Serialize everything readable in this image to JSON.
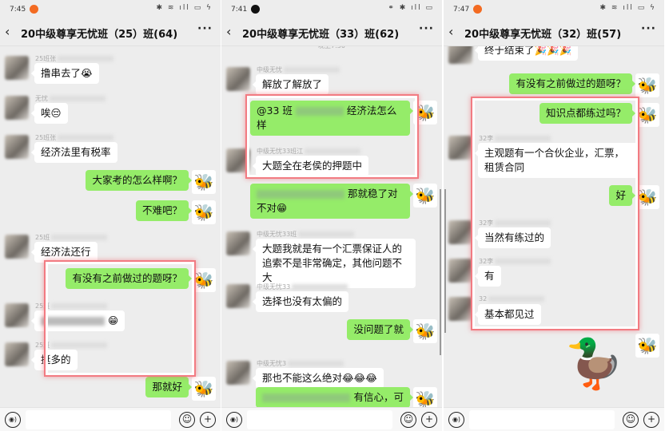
{
  "panels": [
    {
      "status": {
        "time": "7:45",
        "indicator_color": "#f36b22",
        "icons": "✱ ≋ ıll ▭ ϟ"
      },
      "header": {
        "back": "‹",
        "title": "20中级尊享无忧班（25）班(64)",
        "more": "···"
      },
      "messages": [
        {
          "side": "left",
          "sender": "25班张",
          "text": "撸串去了😭"
        },
        {
          "side": "left",
          "sender": "无忧",
          "text": "唉😔"
        },
        {
          "side": "left",
          "sender": "25班张",
          "text": "经济法里有税率"
        },
        {
          "side": "right",
          "text": "大家考的怎么样啊？"
        },
        {
          "side": "right",
          "text": "不难吧？"
        },
        {
          "side": "left",
          "sender": "25班",
          "text": "经济法还行"
        },
        {
          "side": "right",
          "text": "有没有之前做过的题呀？"
        },
        {
          "side": "left",
          "sender": "25班",
          "text": "",
          "blurred": true,
          "suffix": "😁"
        },
        {
          "side": "left",
          "sender": "25班",
          "text": "挺多的"
        },
        {
          "side": "right",
          "text": "那就好"
        }
      ]
    },
    {
      "status": {
        "time": "7:41",
        "indicator_color": "#111111",
        "icons": "⚭ ✱ ıll ▭"
      },
      "header": {
        "back": "‹",
        "title": "20中级尊享无忧班（33）班(62)",
        "more": "···"
      },
      "timestamp": "晚上7:30",
      "messages": [
        {
          "side": "left",
          "sender": "中级无忧",
          "text": "解放了解放了"
        },
        {
          "side": "right",
          "prefix": "@33 班",
          "blurred": true,
          "text": "经济法怎么样"
        },
        {
          "side": "left",
          "sender": "中级无忧33班江",
          "text": "大题全在老侯的押题中"
        },
        {
          "side": "right",
          "blurred": true,
          "text": "那就稳了对不对😁"
        },
        {
          "side": "left",
          "sender": "中级无忧33班",
          "text": "大题我就是有一个汇票保证人的追索不是非常确定，其他问题不大"
        },
        {
          "side": "left",
          "sender": "中级无忧33",
          "text": "选择也没有太偏的"
        },
        {
          "side": "right",
          "text": "没问题了就"
        },
        {
          "side": "left",
          "sender": "中级无忧3",
          "text": "那也不能这么绝对😂😂😂"
        },
        {
          "side": "right",
          "blurred": true,
          "text": "有信心，可"
        }
      ]
    },
    {
      "status": {
        "time": "7:47",
        "indicator_color": "#f36b22",
        "icons": "✱ ≋ ıll ▭ ϟ"
      },
      "header": {
        "back": "‹",
        "title": "20中级尊享无忧班（32）班(57)",
        "more": "···"
      },
      "messages": [
        {
          "side": "left",
          "sender": "",
          "text": "终于结束了🎉🎉🎉"
        },
        {
          "side": "right",
          "text": "有没有之前做过的题呀？"
        },
        {
          "side": "right",
          "text": "知识点都练过吗？"
        },
        {
          "side": "left",
          "sender": "32李",
          "text": "主观题有一个合伙企业，汇票，租赁合同"
        },
        {
          "side": "right",
          "text": "好"
        },
        {
          "side": "left",
          "sender": "32李",
          "text": "当然有练过的"
        },
        {
          "side": "left",
          "sender": "32李",
          "text": "有"
        },
        {
          "side": "left",
          "sender": "32",
          "text": "基本都见过"
        },
        {
          "side": "right",
          "sticker": "duck-sticker",
          "text": ""
        }
      ]
    }
  ],
  "icons": {
    "avatar_self": "🐝",
    "sticker": "🦆",
    "voice": "◉)",
    "emoji": "☺",
    "plus": "+"
  },
  "colors": {
    "bubble_self": "#95ec69",
    "bubble_other": "#ffffff",
    "highlight": "#f27b82"
  }
}
